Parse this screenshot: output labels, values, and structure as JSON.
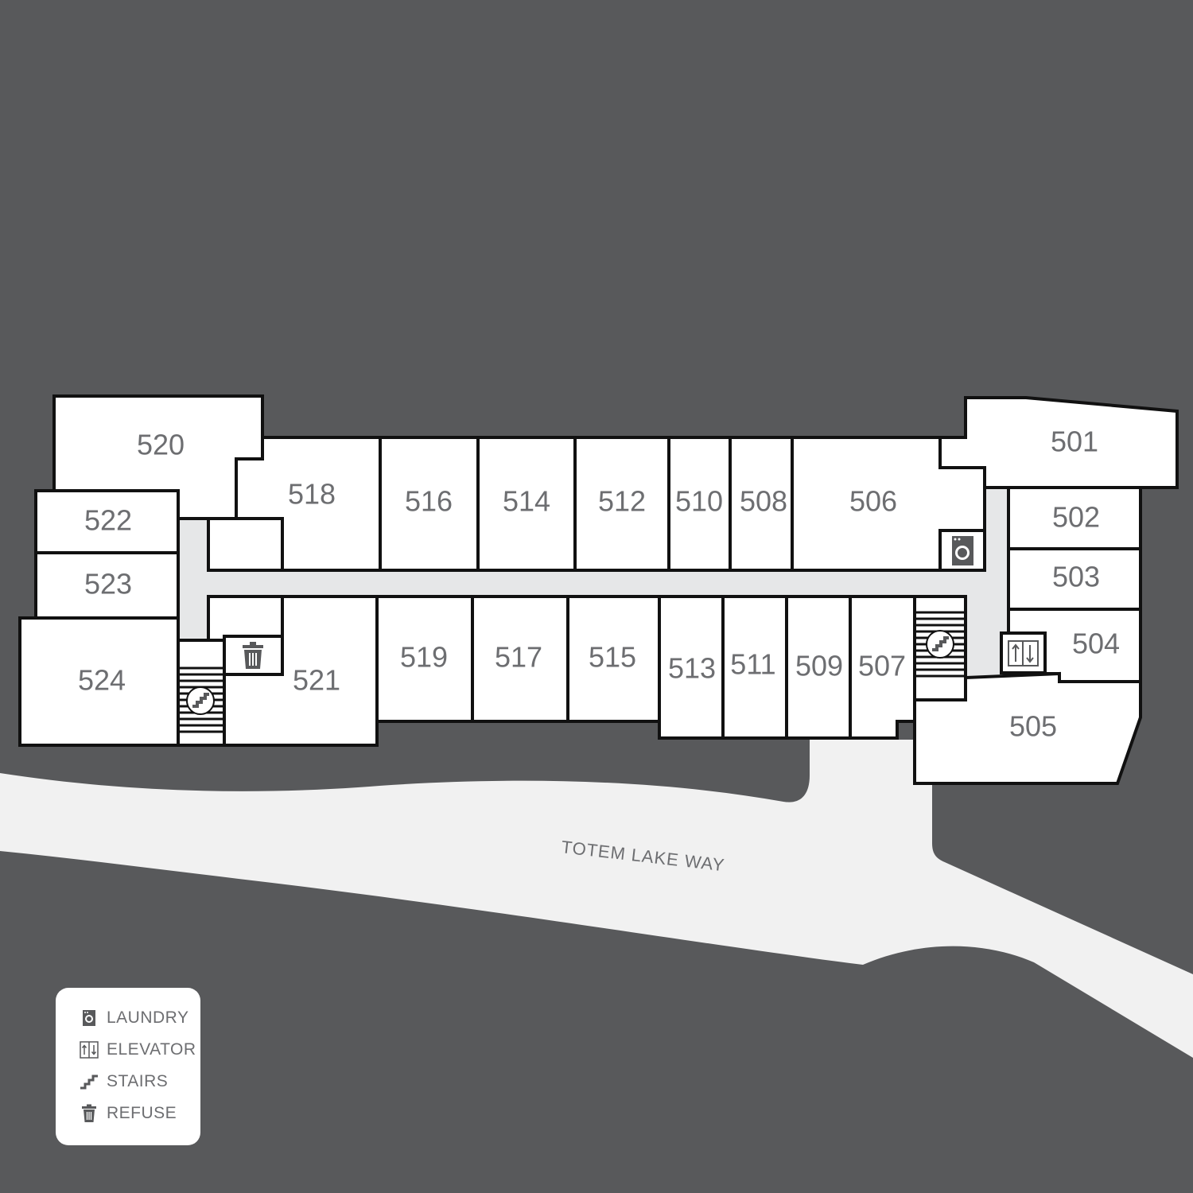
{
  "colors": {
    "background": "#58595b",
    "road": "#f1f1f1",
    "corridor": "#e6e7e8",
    "unit_fill": "#ffffff",
    "outline": "#111111",
    "label": "#6d6e71"
  },
  "street": {
    "name": "TOTEM LAKE WAY"
  },
  "units": {
    "u501": "501",
    "u502": "502",
    "u503": "503",
    "u504": "504",
    "u505": "505",
    "u506": "506",
    "u507": "507",
    "u508": "508",
    "u509": "509",
    "u510": "510",
    "u511": "511",
    "u512": "512",
    "u513": "513",
    "u514": "514",
    "u515": "515",
    "u516": "516",
    "u517": "517",
    "u518": "518",
    "u519": "519",
    "u520": "520",
    "u521": "521",
    "u522": "522",
    "u523": "523",
    "u524": "524"
  },
  "legend": {
    "items": [
      {
        "icon": "laundry-icon",
        "label": "LAUNDRY"
      },
      {
        "icon": "elevator-icon",
        "label": "ELEVATOR"
      },
      {
        "icon": "stairs-icon",
        "label": "STAIRS"
      },
      {
        "icon": "refuse-icon",
        "label": "REFUSE"
      }
    ]
  }
}
